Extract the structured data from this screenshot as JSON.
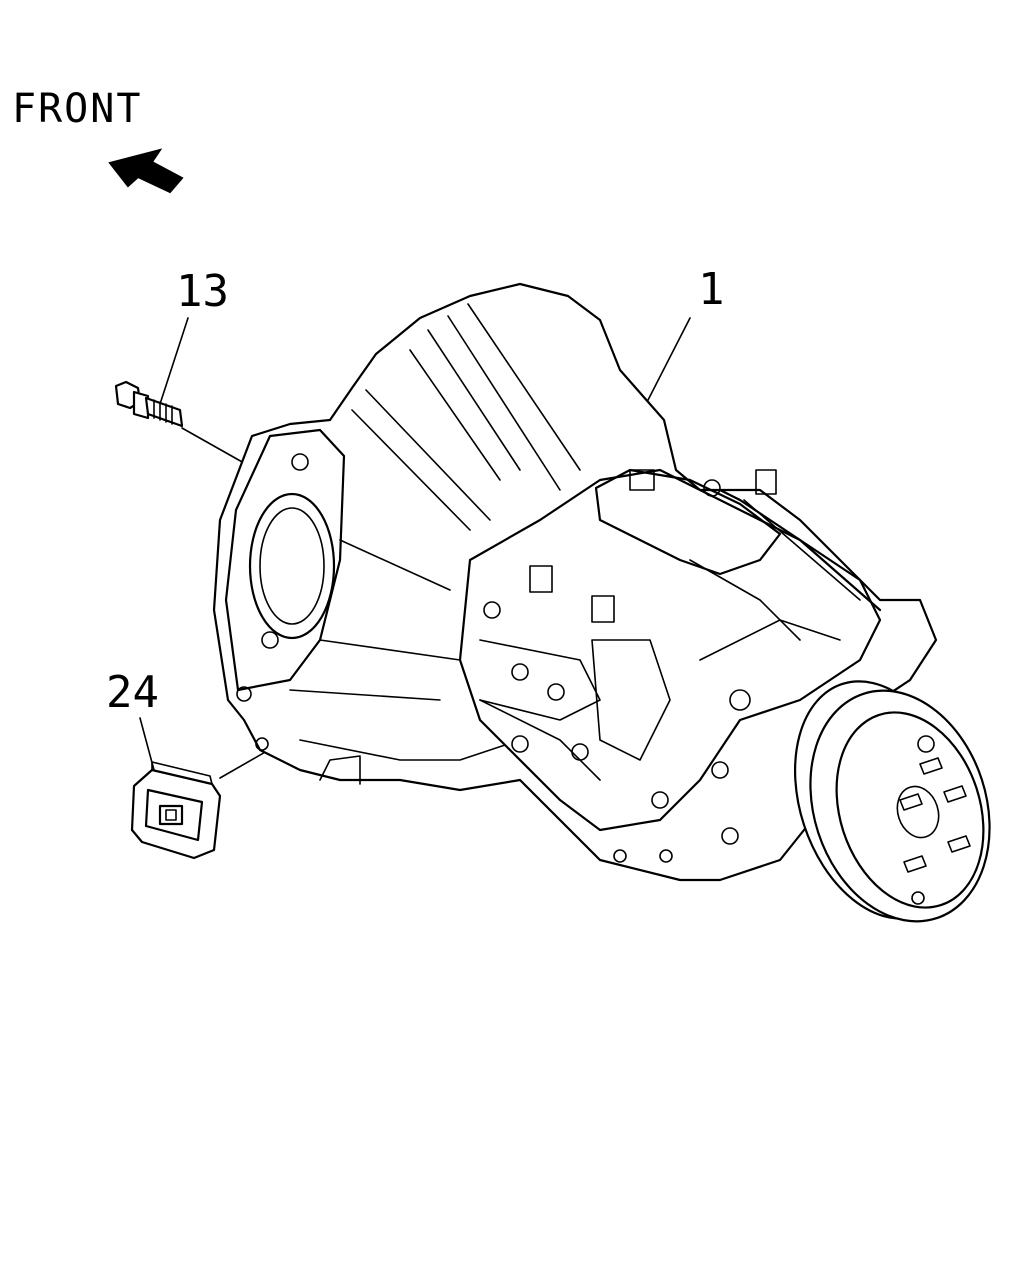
{
  "direction_label": "FRONT",
  "callouts": {
    "transmission": "1",
    "bolt": "13",
    "plug": "24"
  },
  "icons": {
    "direction": "front-arrow-icon",
    "bolt": "bolt-icon",
    "plug": "plug-icon",
    "transmission": "transmission-assembly-icon"
  }
}
